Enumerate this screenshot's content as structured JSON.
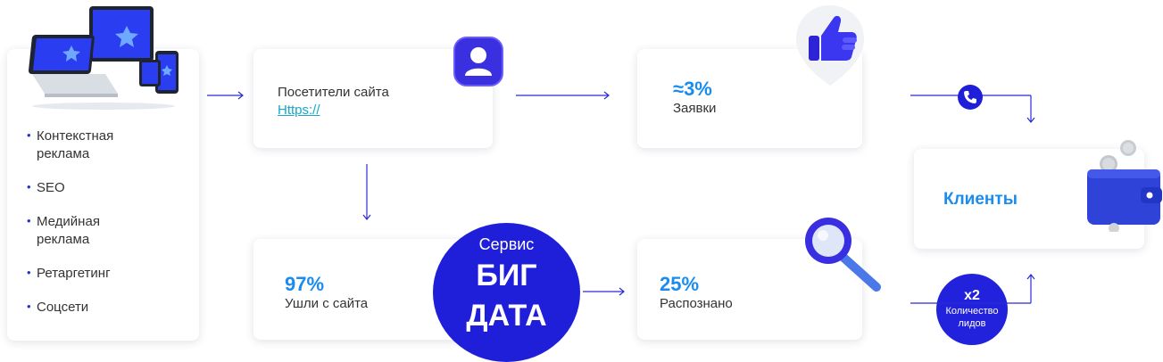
{
  "channels": {
    "items": [
      {
        "lines": [
          "Контекстная",
          "реклама"
        ]
      },
      {
        "lines": [
          "SEO"
        ]
      },
      {
        "lines": [
          "Медийная",
          "реклама"
        ]
      },
      {
        "lines": [
          "Ретаргетинг"
        ]
      },
      {
        "lines": [
          "Соцсети"
        ]
      }
    ]
  },
  "visitors": {
    "label": "Посетители сайта",
    "link": "Https://"
  },
  "requests": {
    "percent": "≈3%",
    "label": "Заявки"
  },
  "left_site": {
    "percent": "97%",
    "label": "Ушли с сайта"
  },
  "bigdata": {
    "service": "Сервис",
    "line1": "БИГ",
    "line2": "ДАТА"
  },
  "recognized": {
    "percent": "25%",
    "label": "Распознано"
  },
  "clients": {
    "label": "Клиенты"
  },
  "leads": {
    "multiplier": "x2",
    "line1": "Количество",
    "line2": "лидов"
  },
  "colors": {
    "accent": "#1a8cf0",
    "brand_blue": "#1f1fd9",
    "arrow": "#2b2bd6",
    "link": "#16a8c8"
  },
  "icons": [
    "laptop-devices-icon",
    "user-avatar-icon",
    "thumbs-up-icon",
    "phone-icon",
    "wallet-icon",
    "magnifier-icon"
  ]
}
